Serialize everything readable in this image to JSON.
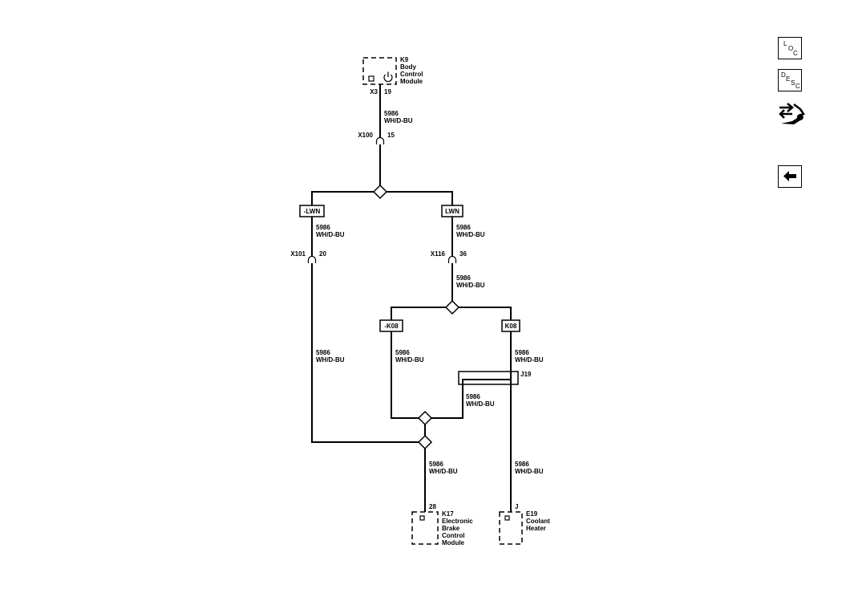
{
  "modules": {
    "k9": {
      "id": "K9",
      "line1": "Body",
      "line2": "Control",
      "line3": "Module",
      "connector": "X3",
      "pin": "19"
    },
    "k17": {
      "id": "K17",
      "line1": "Electronic",
      "line2": "Brake",
      "line3": "Control",
      "line4": "Module",
      "pin": "28"
    },
    "e19": {
      "id": "E19",
      "line1": "Coolant",
      "line2": "Heater",
      "pin": "J"
    }
  },
  "inline_connectors": {
    "x100": {
      "id": "X100",
      "pin": "15"
    },
    "x101": {
      "id": "X101",
      "pin": "20"
    },
    "x116": {
      "id": "X116",
      "pin": "36"
    }
  },
  "options": {
    "neg_lwn": "-LWN",
    "lwn": "LWN",
    "neg_k08": "-K08",
    "k08": "K08"
  },
  "splice": {
    "id": "J19"
  },
  "wire": {
    "circuit": "5986",
    "color": "WH/D-BU"
  },
  "sidebar": {
    "loc": {
      "l1": "L",
      "l2": "O",
      "l3": "C"
    },
    "desc": {
      "l1": "D",
      "l2": "E",
      "l3": "S",
      "l4": "C"
    }
  },
  "icons": {
    "nav": "navigation-wrench-icon",
    "back": "back-arrow-icon",
    "power": "power-icon"
  }
}
